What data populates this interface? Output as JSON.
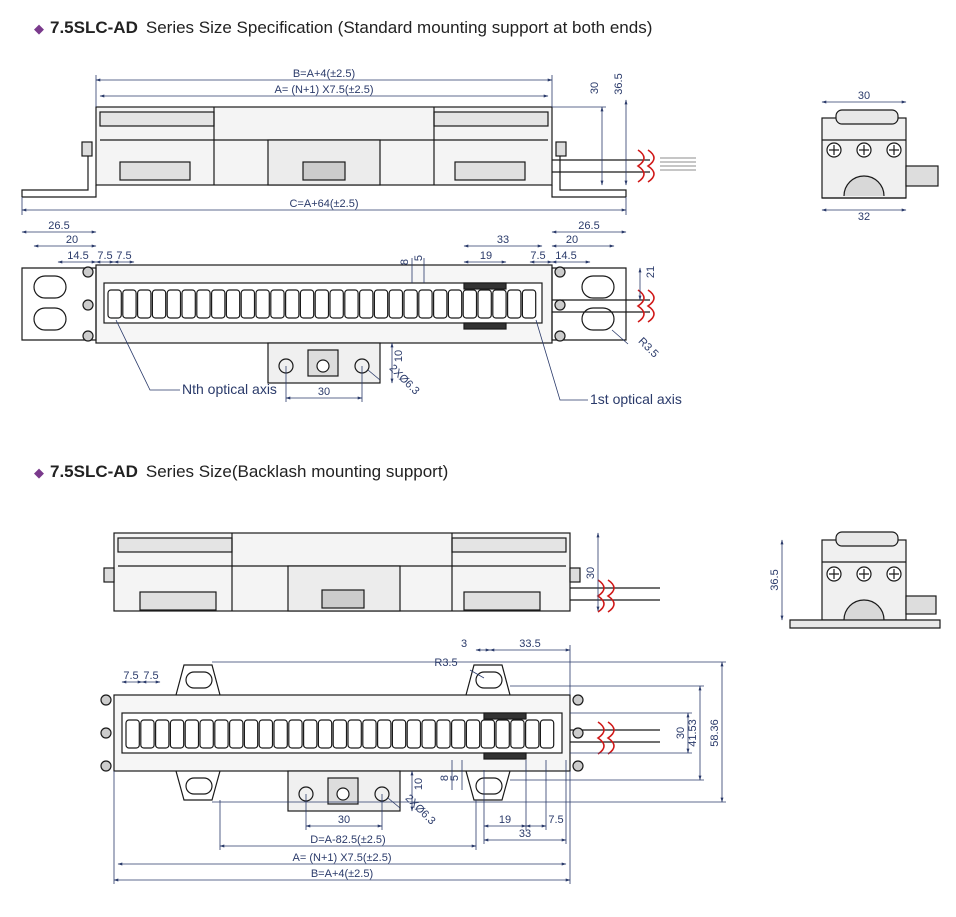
{
  "section1": {
    "model": "7.5SLC-AD",
    "title": "Series Size Specification (Standard mounting support at both ends)",
    "dims": {
      "B": "B=A+4(±2.5)",
      "A": "A= (N+1) X7.5(±2.5)",
      "C": "C=A+64(±2.5)",
      "h30": "30",
      "h36_5": "36.5",
      "side_w30": "30",
      "side_w32": "32",
      "l26_5": "26.5",
      "l20": "20",
      "l14_5": "14.5",
      "l7_5a": "7.5",
      "l7_5b": "7.5",
      "r26_5": "26.5",
      "r20": "20",
      "r14_5": "14.5",
      "r7_5": "7.5",
      "d33": "33",
      "d19": "19",
      "d8": "8",
      "d5": "5",
      "d21": "21",
      "d10": "10",
      "d30": "30",
      "hole": "2XØ6.3",
      "radius": "R3.5"
    },
    "label_nth": "Nth optical axis",
    "label_1st": "1st optical axis"
  },
  "section2": {
    "model": "7.5SLC-AD",
    "title": "Series Size(Backlash mounting support)",
    "dims": {
      "h30": "30",
      "h36_5": "36.5",
      "l7_5a": "7.5",
      "l7_5b": "7.5",
      "t3": "3",
      "t33_5": "33.5",
      "radius": "R3.5",
      "v30": "30",
      "v41_53": "41.53",
      "v58_36": "58.36",
      "d8": "8",
      "d5": "5",
      "d10": "10",
      "d30": "30",
      "hole": "2XØ6.3",
      "b19": "19",
      "b7_5": "7.5",
      "b33": "33",
      "D": "D=A-82.5(±2.5)",
      "A": "A= (N+1) X7.5(±2.5)",
      "B": "B=A+4(±2.5)"
    }
  },
  "colors": {
    "bullet": "#7a3a8c",
    "line": "#1a1a1a",
    "dim": "#2a3a6a",
    "wave": "#d01818"
  }
}
